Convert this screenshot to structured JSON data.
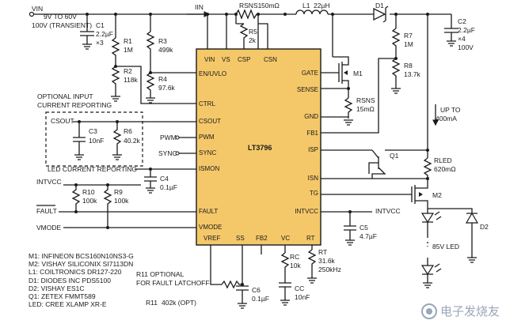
{
  "chip": {
    "name": "LT3796",
    "pins_left": [
      "EN/UVLO",
      "CTRL",
      "CSOUT",
      "PWM",
      "SYNC",
      "ISMON",
      "FAULT",
      "VMODE"
    ],
    "pins_right": [
      "GATE",
      "SENSE",
      "GND",
      "FB1",
      "ISP",
      "ISN",
      "TG",
      "INTVCC"
    ],
    "pins_top": [
      "VIN",
      "VS",
      "CSP",
      "CSN"
    ],
    "pins_bottom": [
      "VREF",
      "SS",
      "FB2",
      "VC",
      "RT"
    ]
  },
  "supply": {
    "vin_label": "VIN",
    "vin_range": "9V TO 60V",
    "vin_transient": "100V (TRANSIENT)",
    "iin_label": "IIN"
  },
  "components": {
    "c1": {
      "name": "C1",
      "value": "2.2µF",
      "qty": "×3"
    },
    "r1": {
      "name": "R1",
      "value": "1M"
    },
    "r2": {
      "name": "R2",
      "value": "118k"
    },
    "r3": {
      "name": "R3",
      "value": "499k"
    },
    "r4": {
      "name": "R4",
      "value": "97.6k"
    },
    "rsns1": {
      "name": "RSNS1",
      "value": "50mΩ"
    },
    "r5": {
      "name": "R5",
      "value": "2k"
    },
    "l1": {
      "name": "L1",
      "value": "22µH"
    },
    "d1": {
      "name": "D1"
    },
    "m1": {
      "name": "M1"
    },
    "r7": {
      "name": "R7",
      "value": "1M"
    },
    "r8": {
      "name": "R8",
      "value": "13.7k"
    },
    "c2": {
      "name": "C2",
      "value": "2.2µF",
      "qty": "×4",
      "voltage": "100V"
    },
    "rsns": {
      "name": "RSNS",
      "value": "15mΩ"
    },
    "q1": {
      "name": "Q1"
    },
    "rled": {
      "name": "RLED",
      "value": "620mΩ"
    },
    "m2": {
      "name": "M2"
    },
    "d2": {
      "name": "D2"
    },
    "c3": {
      "name": "C3",
      "value": "10nF"
    },
    "r6": {
      "name": "R6",
      "value": "40.2k"
    },
    "c4": {
      "name": "C4",
      "value": "0.1µF"
    },
    "r10": {
      "name": "R10",
      "value": "100k"
    },
    "r9": {
      "name": "R9",
      "value": "100k"
    },
    "c5": {
      "name": "C5",
      "value": "4.7µF"
    },
    "c6": {
      "name": "C6",
      "value": "0.1µF"
    },
    "rc": {
      "name": "RC",
      "value": "10k"
    },
    "cc": {
      "name": "CC",
      "value": "10nF"
    },
    "rt": {
      "name": "RT",
      "value": "31.6k",
      "freq": "250kHz"
    },
    "r11": {
      "name": "R11",
      "value": "402k (OPT)"
    }
  },
  "notes": {
    "optional_input_1": "OPTIONAL INPUT",
    "optional_input_2": "CURRENT REPORTING",
    "csout": "CSOUT",
    "led_current": "LED CURRENT REPORTING",
    "pwm": "PWM",
    "sync": "SYNC",
    "intvcc_left": "INTVCC",
    "intvcc_right": "INTVCC",
    "fault": "FAULT",
    "vmode": "VMODE",
    "up_to_1": "UP TO",
    "up_to_2": "400mA",
    "led_85v": "85V LED",
    "r11_opt_1": "R11 OPTIONAL",
    "r11_opt_2": "FOR FAULT LATCHOFF"
  },
  "legend": [
    "M1: INFINEON BCS160N10NS3-G",
    "M2: VISHAY SILICONIX SI7113DN",
    "L1: COILTRONICS DR127-220",
    "D1: DIODES INC PDS5100",
    "D2: VISHAY ES1C",
    "Q1: ZETEX FMMT589",
    "LED: CREE XLAMP XR-E"
  ],
  "watermark": "电子发烧友"
}
